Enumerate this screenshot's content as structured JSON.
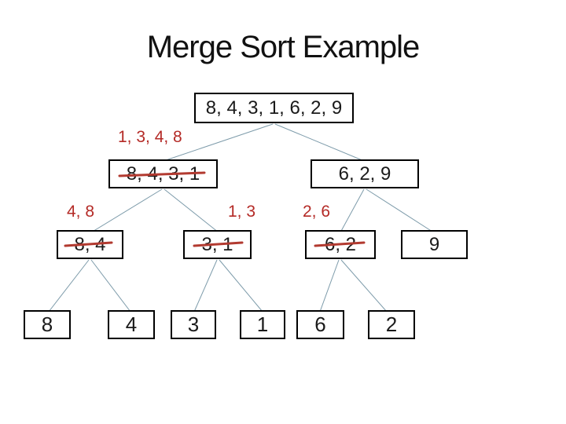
{
  "slide": {
    "title": "Merge Sort Example"
  },
  "tree": {
    "root": {
      "label": "8, 4, 3, 1, 6, 2, 9",
      "struck": false
    },
    "level2": [
      {
        "label": "8, 4, 3, 1",
        "struck": true
      },
      {
        "label": "6, 2, 9",
        "struck": false
      }
    ],
    "level3": [
      {
        "label": "8, 4",
        "struck": true
      },
      {
        "label": "3, 1",
        "struck": true
      },
      {
        "label": "6, 2",
        "struck": true
      },
      {
        "label": "9",
        "struck": false
      }
    ],
    "leaves": [
      "8",
      "4",
      "3",
      "1",
      "6",
      "2"
    ]
  },
  "merge_labels": {
    "sorted_left": "1, 3, 4, 8",
    "left_left": "4, 8",
    "left_right": "1, 3",
    "right_left": "2, 6"
  },
  "colors": {
    "background": "#ffffff",
    "box_border": "#000000",
    "box_text": "#1a1a1a",
    "red_label": "#b42a26",
    "strikethrough": "#b23a30",
    "connector_line": "#7d9baa"
  }
}
